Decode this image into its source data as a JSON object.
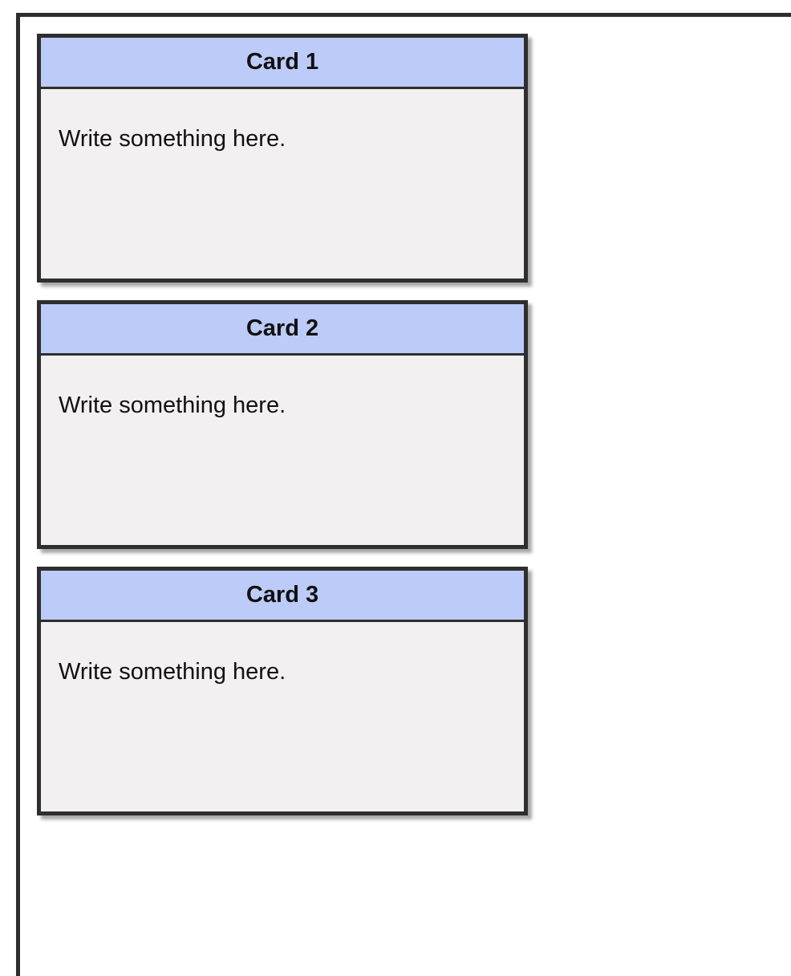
{
  "cards": [
    {
      "title": "Card 1",
      "body": "Write something here."
    },
    {
      "title": "Card 2",
      "body": "Write something here."
    },
    {
      "title": "Card 3",
      "body": "Write something here."
    }
  ],
  "colors": {
    "header_bg": "#bccbf7",
    "card_bg": "#f2f0f1",
    "border": "#2e2e2e",
    "page_bg": "#ffffff"
  }
}
